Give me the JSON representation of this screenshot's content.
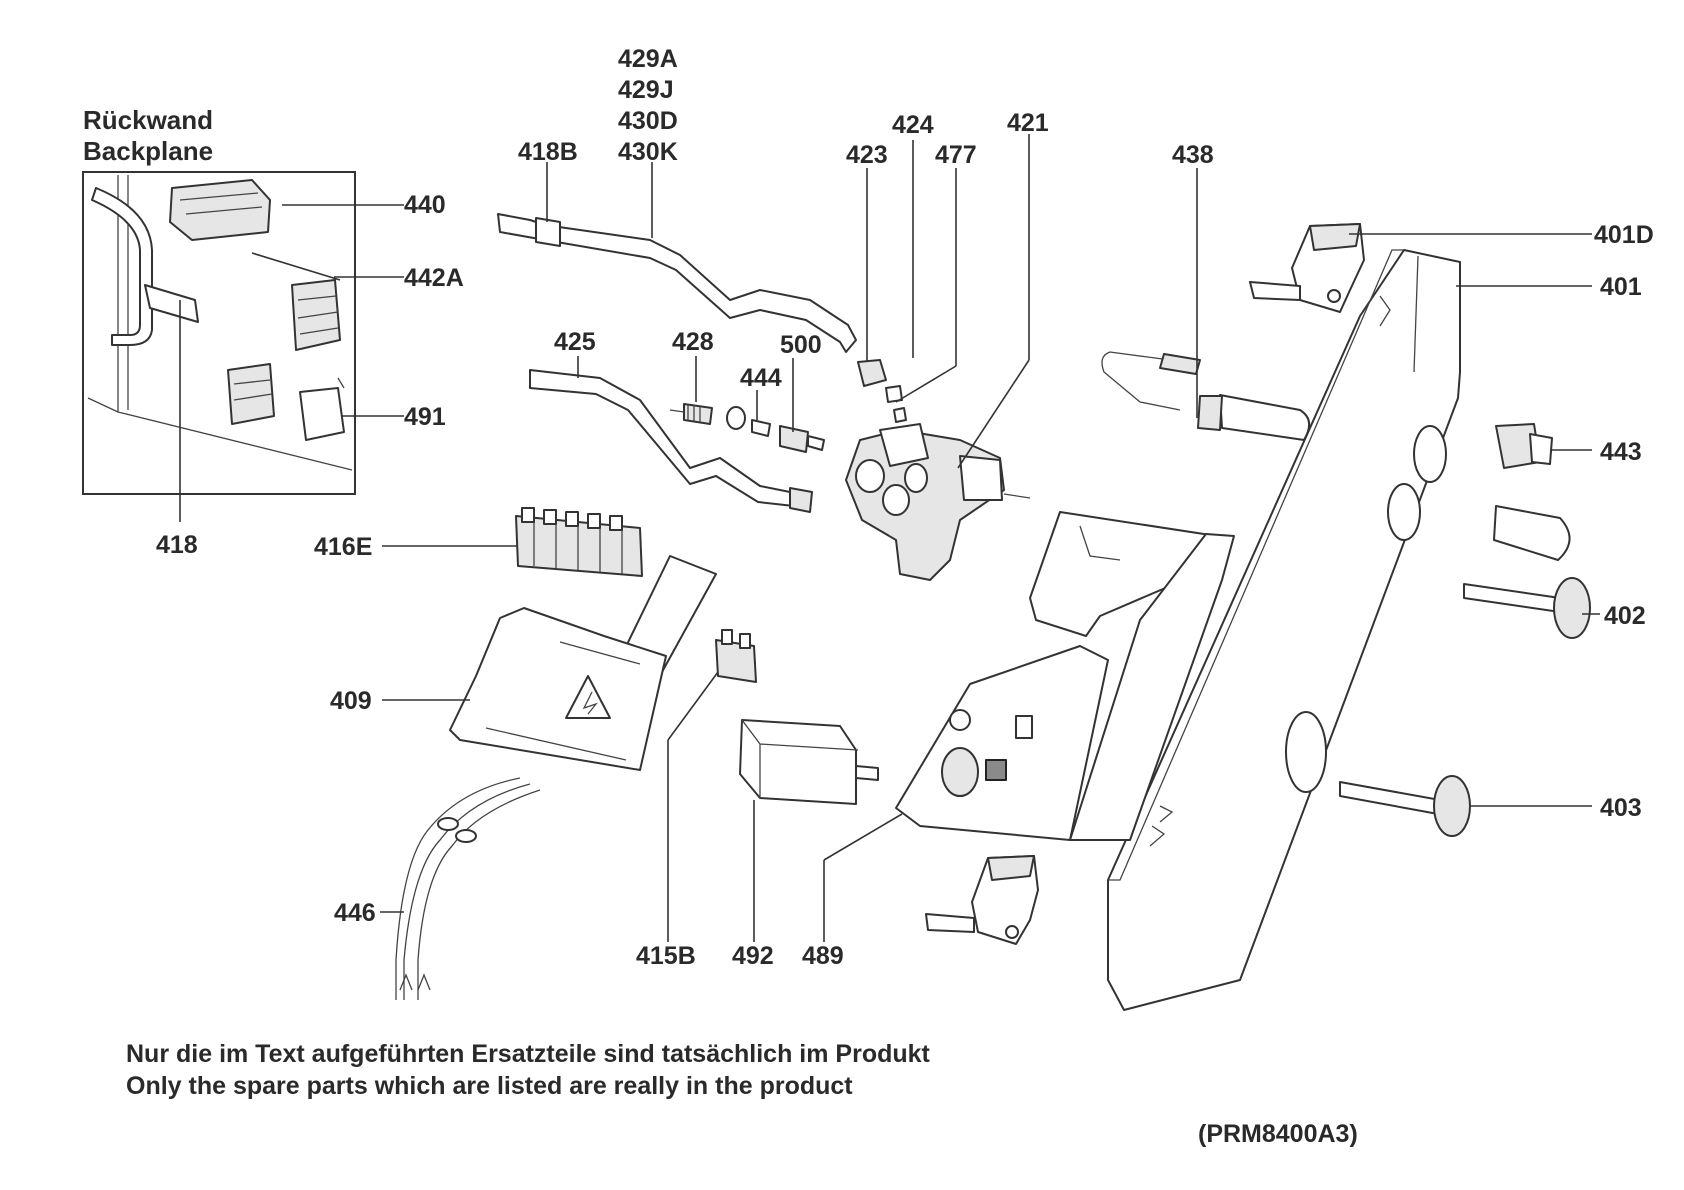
{
  "inset": {
    "title_line1": "Rückwand",
    "title_line2": "Backplane"
  },
  "labels": {
    "l429A": "429A",
    "l429J": "429J",
    "l430D": "430D",
    "l430K": "430K",
    "l418B": "418B",
    "l424": "424",
    "l421": "421",
    "l423": "423",
    "l477": "477",
    "l438": "438",
    "l401D": "401D",
    "l401": "401",
    "l440": "440",
    "l442A": "442A",
    "l491": "491",
    "l418": "418",
    "l425": "425",
    "l428": "428",
    "l500": "500",
    "l444": "444",
    "l443": "443",
    "l402": "402",
    "l403": "403",
    "l416E": "416E",
    "l409": "409",
    "l446": "446",
    "l415B": "415B",
    "l492": "492",
    "l489": "489"
  },
  "notes": {
    "line_de": "Nur die im Text aufgeführten Ersatzteile sind tatsächlich im Produkt",
    "line_en": "Only the spare parts which are listed are really in the product",
    "code": "(PRM8400A3)"
  }
}
